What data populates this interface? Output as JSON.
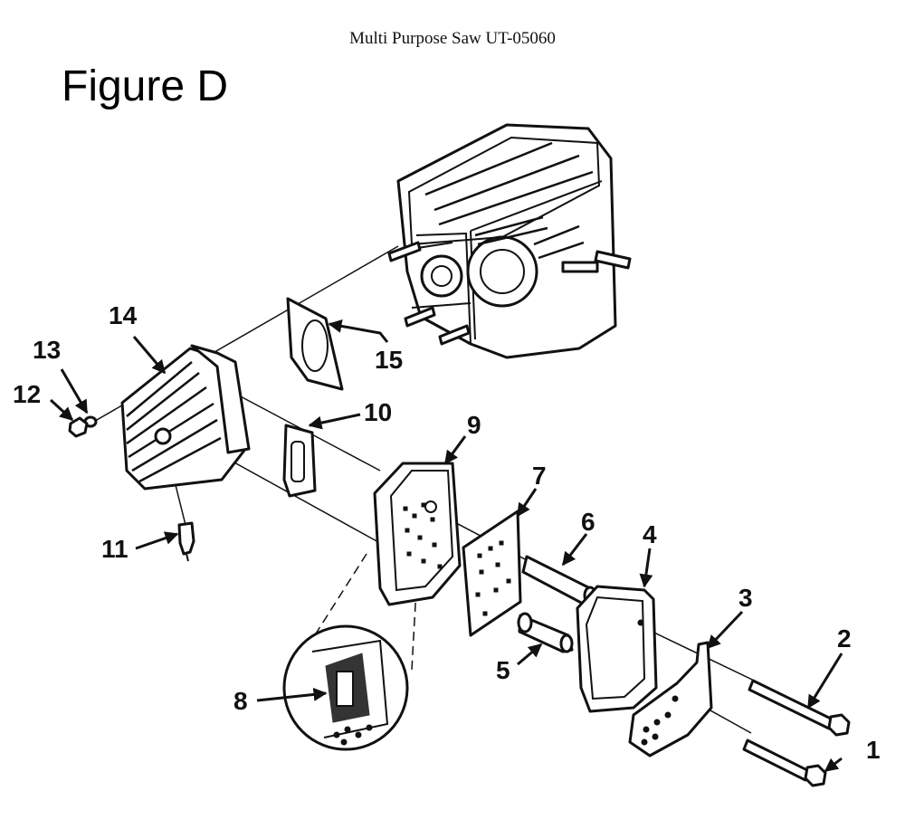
{
  "header": {
    "title": "Multi Purpose Saw UT-05060"
  },
  "figure": {
    "title": "Figure D"
  },
  "callouts": [
    "1",
    "2",
    "3",
    "4",
    "5",
    "6",
    "7",
    "8",
    "9",
    "10",
    "11",
    "12",
    "13",
    "14",
    "15"
  ]
}
